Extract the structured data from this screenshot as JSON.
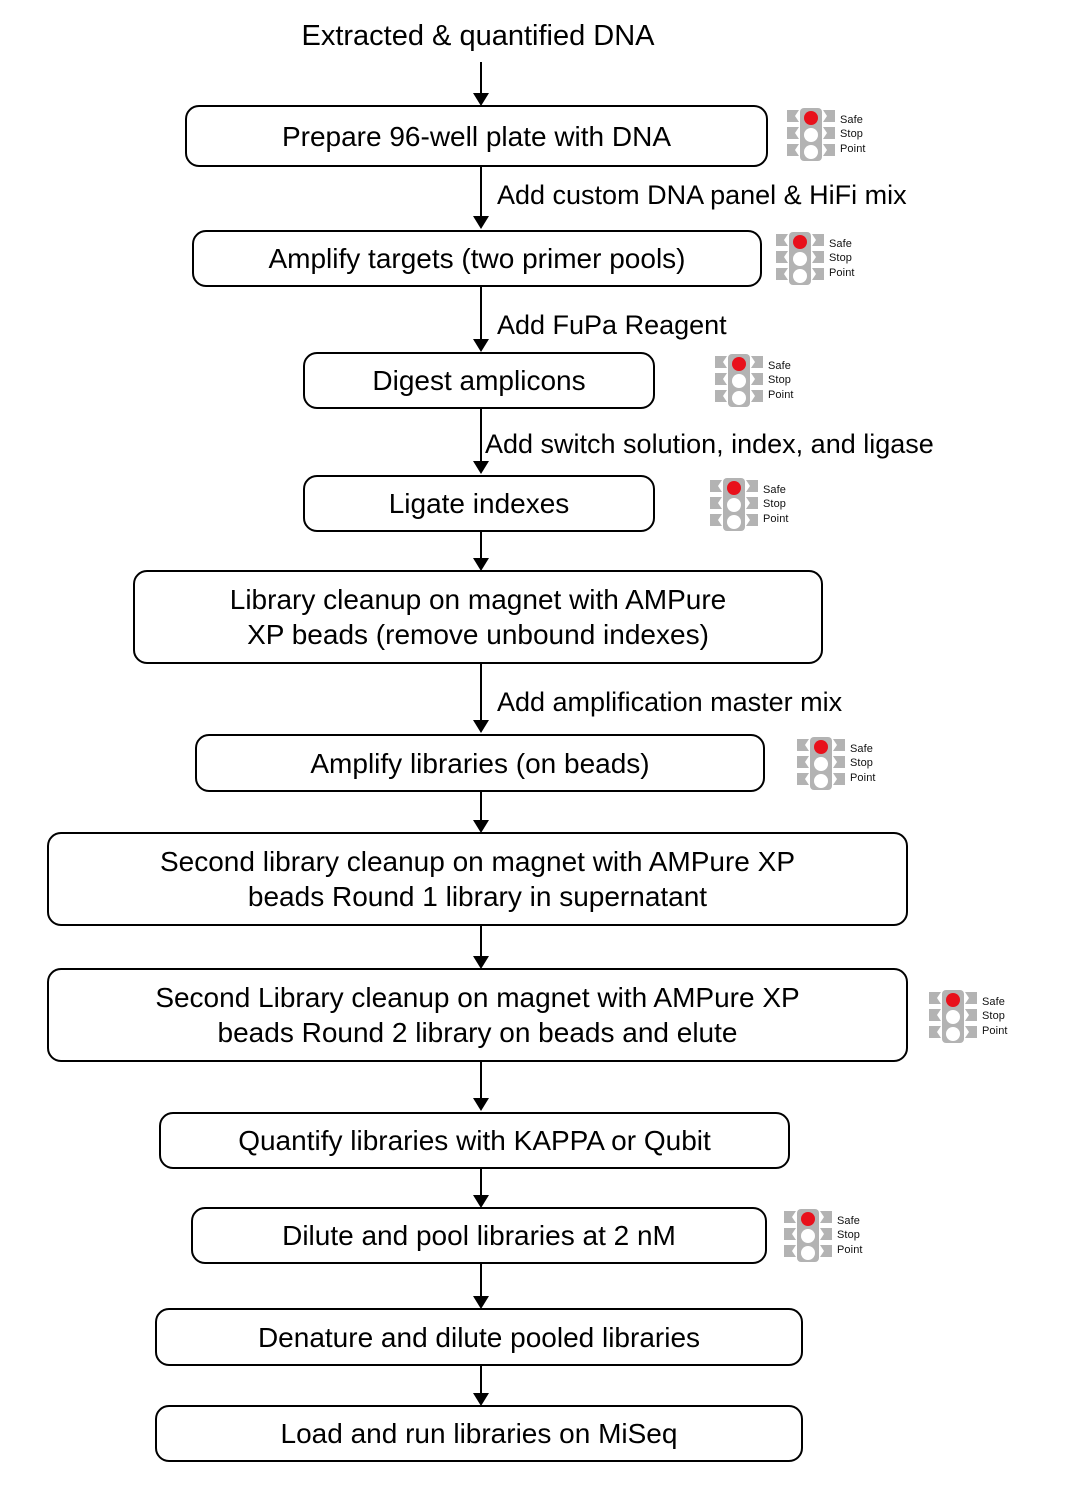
{
  "diagram": {
    "title_label": "Extracted & quantified DNA",
    "background": "#ffffff",
    "line_color": "#000000",
    "marker": {
      "icon": "traffic-light-icon",
      "lamp_on_color": "#e8101b",
      "lamp_off_color": "#ffffff",
      "housing_color": "#b3b3b3",
      "line1": "Safe",
      "line2": "Stop",
      "line3": "Point"
    },
    "nodes": [
      {
        "id": "prepare-plate",
        "label": "Prepare 96-well plate with DNA"
      },
      {
        "id": "amplify-targets",
        "label": "Amplify targets (two primer pools)"
      },
      {
        "id": "digest-amplicons",
        "label": "Digest amplicons"
      },
      {
        "id": "ligate-indexes",
        "label": "Ligate indexes"
      },
      {
        "id": "library-cleanup",
        "label": "Library cleanup on magnet with AMPure\nXP beads (remove unbound indexes)"
      },
      {
        "id": "amplify-libraries",
        "label": "Amplify libraries (on beads)"
      },
      {
        "id": "second-cleanup-r1",
        "label": "Second library cleanup on magnet with AMPure XP\nbeads Round 1 library in supernatant"
      },
      {
        "id": "second-cleanup-r2",
        "label": "Second Library cleanup on magnet with AMPure XP\nbeads Round 2 library on beads and elute"
      },
      {
        "id": "quantify-libraries",
        "label": "Quantify libraries with KAPPA or Qubit"
      },
      {
        "id": "dilute-pool",
        "label": "Dilute and pool libraries at 2 nM"
      },
      {
        "id": "denature-dilute",
        "label": "Denature and dilute pooled libraries"
      },
      {
        "id": "load-run",
        "label": "Load and run libraries on MiSeq"
      }
    ],
    "edge_labels": [
      {
        "id": "edge-add-panel",
        "label": "Add custom DNA panel & HiFi mix"
      },
      {
        "id": "edge-add-fupa",
        "label": "Add FuPa Reagent"
      },
      {
        "id": "edge-add-switch",
        "label": "Add switch solution, index, and ligase"
      },
      {
        "id": "edge-add-master-mix",
        "label": "Add amplification master mix"
      }
    ]
  }
}
